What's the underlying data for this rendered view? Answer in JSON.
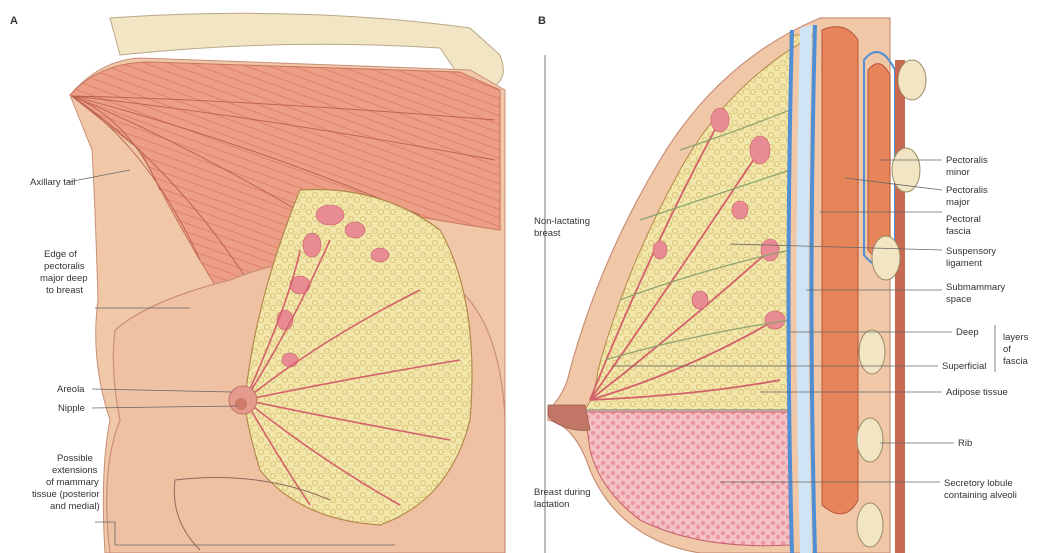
{
  "panels": {
    "a": {
      "letter": "A",
      "labels": {
        "axillary_tail": "Axillary tail",
        "edge_line1": "Edge of",
        "edge_line2": "pectoralis",
        "edge_line3": "major deep",
        "edge_line4": "to breast",
        "areola": "Areola",
        "nipple": "Nipple",
        "ext_line1": "Possible",
        "ext_line2": "extensions",
        "ext_line3": "of mammary",
        "ext_line4": "tissue (posterior",
        "ext_line5": "and medial)"
      }
    },
    "b": {
      "letter": "B",
      "labels": {
        "nonlact_line1": "Non-lactating",
        "nonlact_line2": "breast",
        "lact_line1": "Breast during",
        "lact_line2": "lactation",
        "pmin_line1": "Pectoralis",
        "pmin_line2": "minor",
        "pmaj_line1": "Pectoralis",
        "pmaj_line2": "major",
        "pfas_line1": "Pectoral",
        "pfas_line2": "fascia",
        "susp_line1": "Suspensory",
        "susp_line2": "ligament",
        "subm_line1": "Submammary",
        "subm_line2": "space",
        "deep": "Deep",
        "superficial": "Superficial",
        "layers_line1": "layers",
        "layers_line2": "of",
        "layers_line3": "fascia",
        "adipose": "Adipose tissue",
        "rib": "Rib",
        "secr_line1": "Secretory lobule",
        "secr_line2": "containing alveoli"
      }
    }
  },
  "colors": {
    "skin": "#f0c8a8",
    "skin_dark": "#e3a88a",
    "muscle": "#e98f73",
    "fat": "#efe2a2",
    "gland": "#e98b93",
    "fascia_blue": "#4f8fd6",
    "bone": "#f1e5c4",
    "leader": "#666666"
  }
}
